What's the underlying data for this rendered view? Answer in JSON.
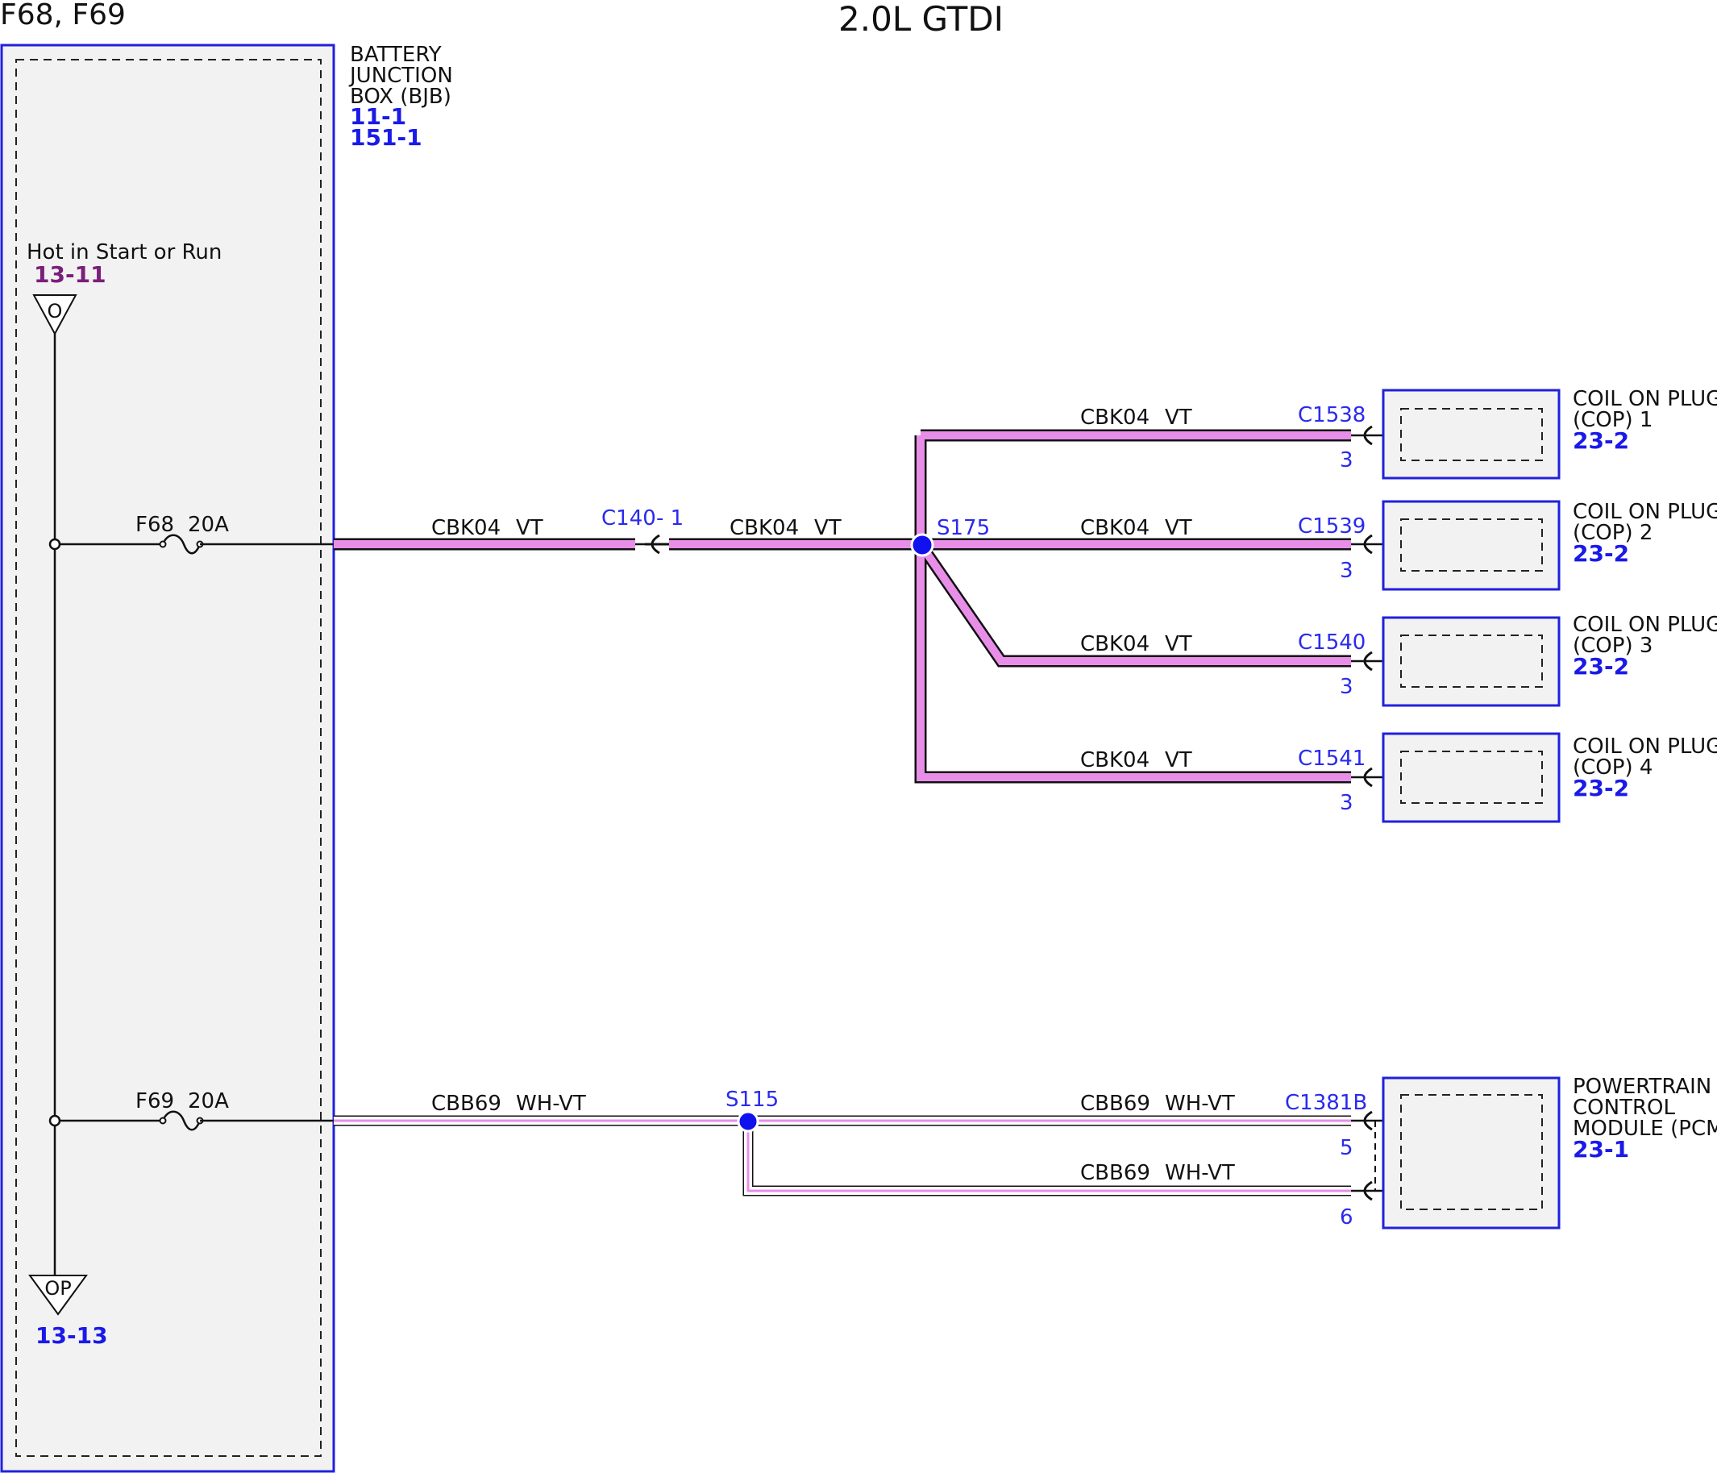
{
  "header": {
    "fuses": "F68, F69",
    "title": "2.0L GTDI"
  },
  "bjb": {
    "name_line1": "BATTERY",
    "name_line2": "JUNCTION",
    "name_line3": "BOX (BJB)",
    "ref1": "11-1",
    "ref2": "151-1",
    "feed_label": "Hot in Start or Run",
    "feed_ref": "13-11",
    "feed_symbol": "O",
    "out_symbol": "OP",
    "out_ref": "13-13",
    "fuse1": {
      "id": "F68",
      "rating": "20A"
    },
    "fuse2": {
      "id": "F69",
      "rating": "20A"
    }
  },
  "circuits": {
    "cbk04": {
      "circuit": "CBK04",
      "color": "VT"
    },
    "cbb69": {
      "circuit": "CBB69",
      "color": "WH-VT"
    }
  },
  "connectors": {
    "c140": "C140",
    "c140_pin": "- 1",
    "s175": "S175",
    "s115": "S115"
  },
  "cop": [
    {
      "line1": "COIL ON PLUG",
      "line2": "(COP) 1",
      "ref": "23-2",
      "connector": "C1538",
      "pin": "3"
    },
    {
      "line1": "COIL ON PLUG",
      "line2": "(COP) 2",
      "ref": "23-2",
      "connector": "C1539",
      "pin": "3"
    },
    {
      "line1": "COIL ON PLUG",
      "line2": "(COP) 3",
      "ref": "23-2",
      "connector": "C1540",
      "pin": "3"
    },
    {
      "line1": "COIL ON PLUG",
      "line2": "(COP) 4",
      "ref": "23-2",
      "connector": "C1541",
      "pin": "3"
    }
  ],
  "pcm": {
    "line1": "POWERTRAIN",
    "line2": "CONTROL",
    "line3": "MODULE (PCM)",
    "ref": "23-1",
    "connector": "C1381B",
    "pin_a": "5",
    "pin_b": "6"
  },
  "colors": {
    "violet_wire": "#e88ee8",
    "module_outline": "#2020dd",
    "module_fill": "#f2f2f2",
    "splice": "#1111ee"
  }
}
